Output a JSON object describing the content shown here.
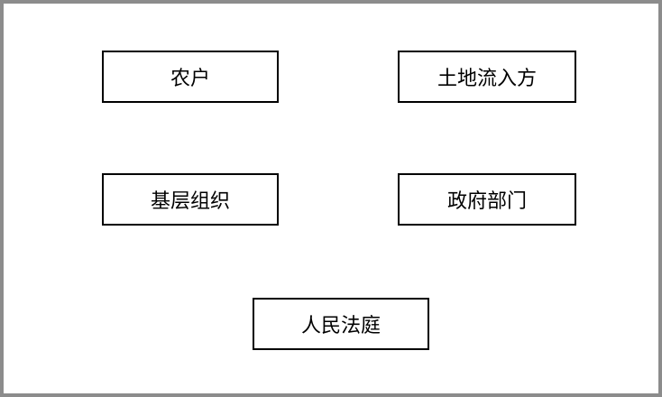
{
  "nodes": {
    "farmer": "农户",
    "land_transferee": "土地流入方",
    "grassroots_org": "基层组织",
    "government_dept": "政府部门",
    "peoples_court": "人民法庭"
  }
}
